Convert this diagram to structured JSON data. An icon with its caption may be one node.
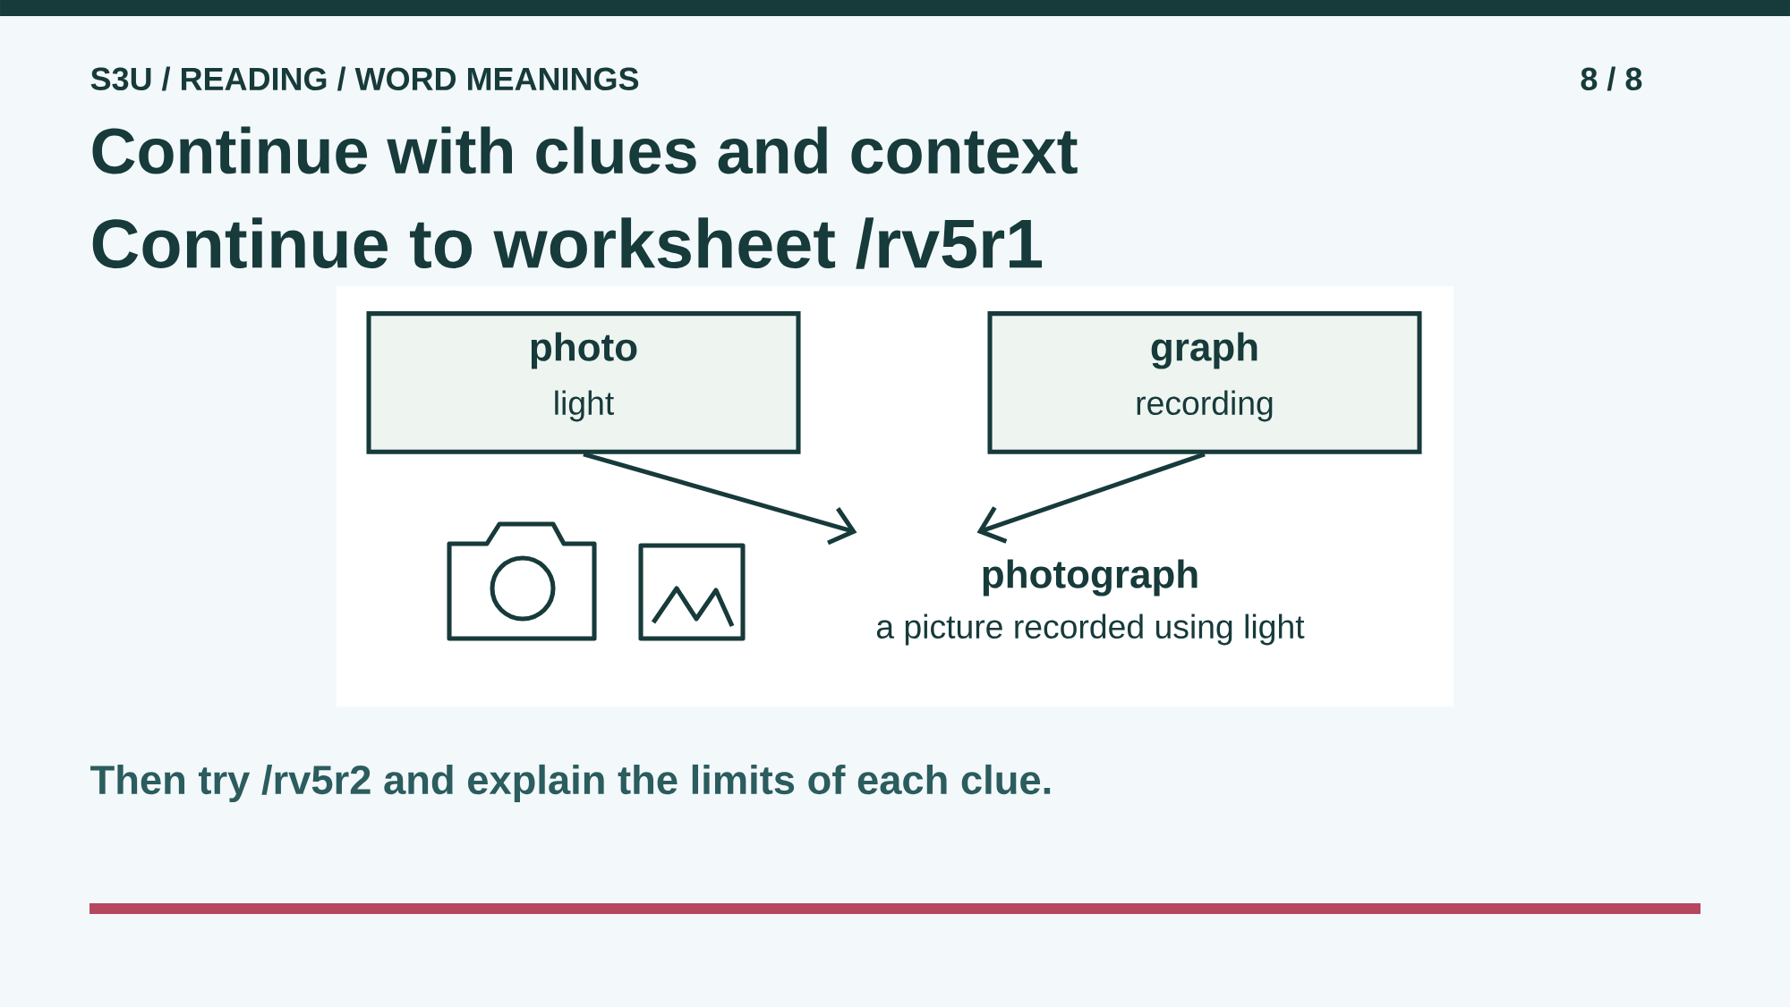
{
  "diagram": {
    "title": "Continue with clues and context",
    "nodes": [
      {
        "text": [
          "photo",
          "light"
        ]
      },
      {
        "text": [
          "graph",
          "recording"
        ]
      },
      {
        "text": [
          "photograph",
          "a picture recorded using light"
        ]
      }
    ],
    "edges": [
      {
        "from": 0,
        "to": 2,
        "arrow": "to"
      },
      {
        "from": 1,
        "to": 2,
        "arrow": "to"
      }
    ],
    "labels": [
      "S3U / READING / WORD MEANINGS",
      "8 / 8",
      "Continue to worksheet /rv5r1",
      "Then try /rv5r2 and explain the limits of each clue."
    ]
  }
}
